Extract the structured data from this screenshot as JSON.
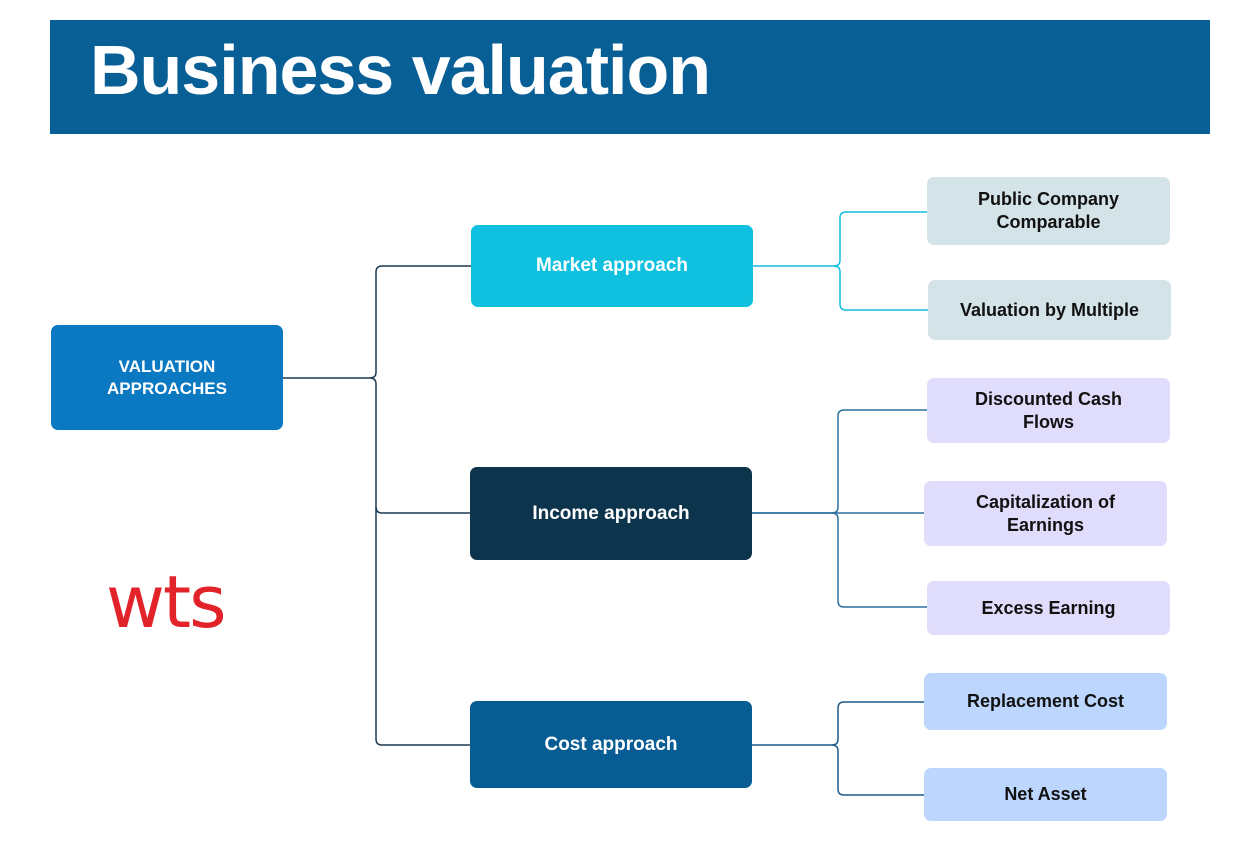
{
  "header": {
    "title": "Business valuation"
  },
  "root": {
    "label": "VALUATION APPROACHES"
  },
  "approaches": [
    {
      "label": "Market approach",
      "color": "#0fc0df",
      "methods": [
        "Public Company Comparable",
        "Valuation by Multiple"
      ]
    },
    {
      "label": "Income approach",
      "color": "#0d344d",
      "methods": [
        "Discounted Cash Flows",
        "Capitalization of Earnings",
        "Excess Earning"
      ]
    },
    {
      "label": "Cost approach",
      "color": "#075c94",
      "methods": [
        "Replacement Cost",
        "Net Asset"
      ]
    }
  ],
  "logo": {
    "text": "wts",
    "color": "#e2232a"
  }
}
